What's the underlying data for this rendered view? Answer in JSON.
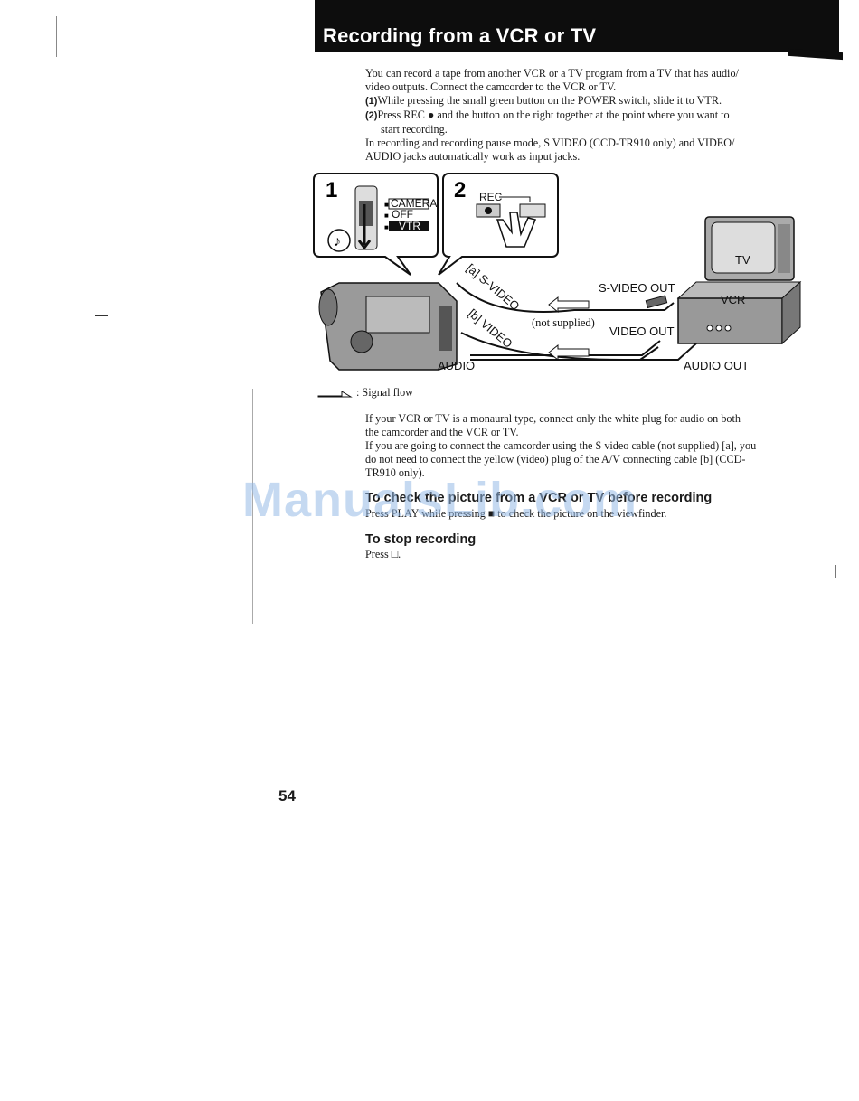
{
  "header": {
    "title": "Recording from a VCR or TV"
  },
  "intro": [
    "You can record a tape from another VCR or a TV program from a TV that has audio/",
    "video outputs. Connect the camcorder to the VCR or TV."
  ],
  "steps": [
    {
      "num": "(1)",
      "text": "While pressing the small green button on the POWER switch, slide it to VTR."
    },
    {
      "num": "(2)",
      "text": "Press REC ● and the button on the right together at the point where you want to",
      "cont": "start recording."
    }
  ],
  "mode_note": [
    "In recording and recording pause mode, S VIDEO (CCD-TR910 only) and VIDEO/",
    "AUDIO jacks automatically work as input jacks."
  ],
  "diagram": {
    "step1_num": "1",
    "step2_num": "2",
    "switch_camera": "CAMERA",
    "switch_off": "OFF",
    "switch_vtr": "VTR",
    "rec_label": "REC",
    "cable_a": "[a] S-VIDEO",
    "cable_b": "[b] VIDEO",
    "not_supplied": "(not supplied)",
    "svideo_out": "S-VIDEO OUT",
    "video_out": "VIDEO OUT",
    "audio": "AUDIO",
    "audio_out": "AUDIO OUT",
    "tv": "TV",
    "vcr": "VCR"
  },
  "signal_flow": ": Signal flow",
  "notes": [
    "If your VCR or TV is a monaural type, connect only the white plug for audio on both",
    "the camcorder and the VCR or TV.",
    "If you are going to connect the camcorder using the S video cable (not supplied) [a], you",
    "do not need to connect the yellow (video) plug of the A/V connecting cable [b] (CCD-",
    "TR910 only)."
  ],
  "subhead1": "To check the picture from a VCR or TV before recording",
  "subtext1": "Press PLAY while pressing ■ to check the picture on the viewfinder.",
  "subhead2": "To stop recording",
  "subtext2": "Press □.",
  "watermark": "ManualsLib.com",
  "page_number": "54"
}
